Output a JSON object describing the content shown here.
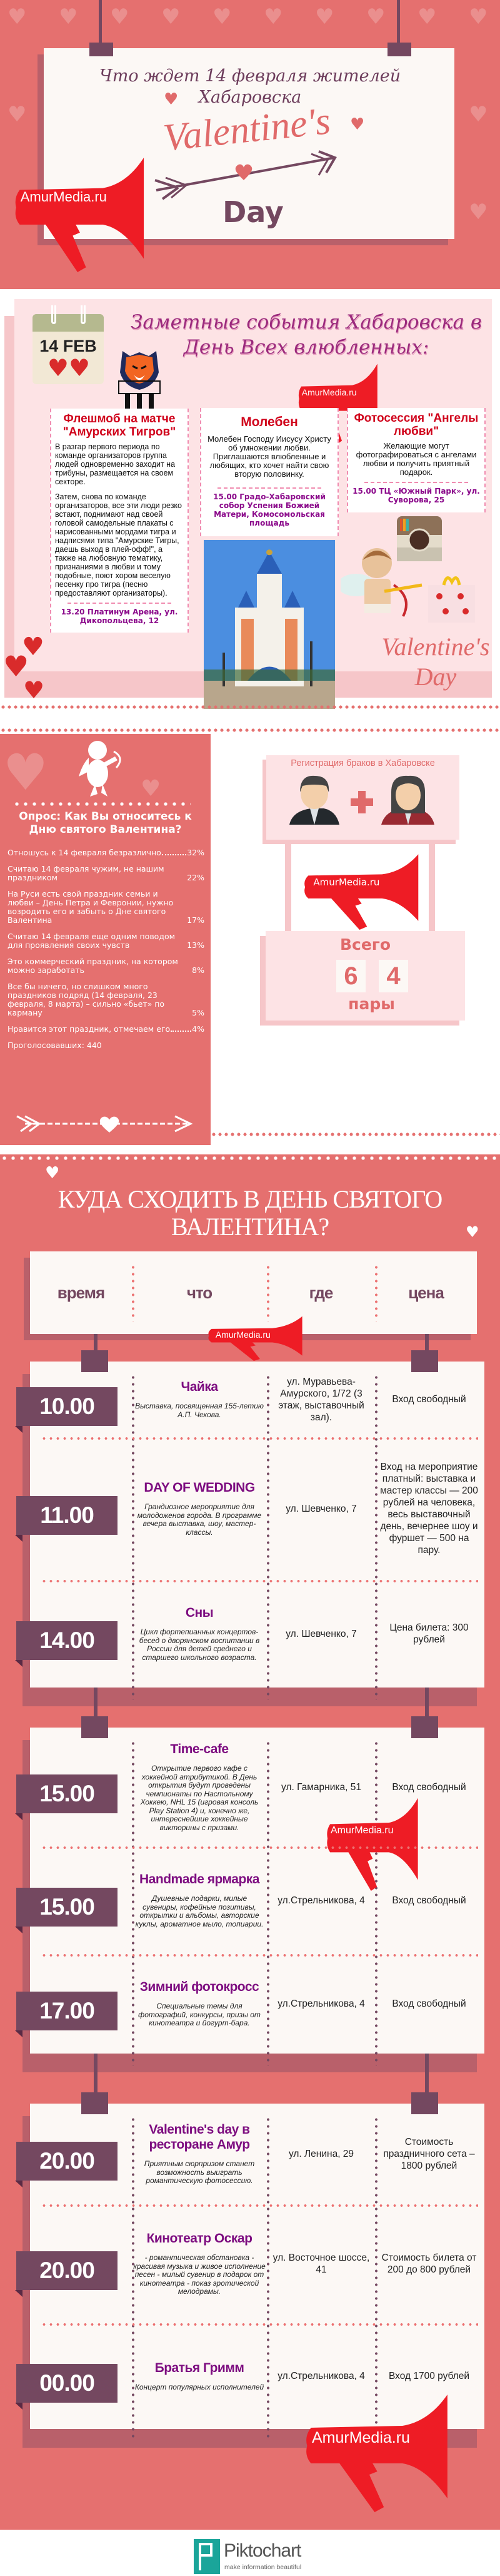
{
  "header": {
    "title_line1": "Что ждет 14 февраля жителей",
    "title_line2": "Хабаровска",
    "script": "Valentine's",
    "day": "Day",
    "brand": "AmurMedia.ru"
  },
  "events": {
    "calendar_date": "14 FEB",
    "title_line1": "Заметные события Хабаровска в",
    "title_line2": "День Всех влюбленных:",
    "cards": [
      {
        "title": "Флешмоб на матче \"Амурских Тигров\"",
        "body": [
          "В разгар первого периода по команде организаторов группа людей одновременно заходит на трибуны, размещается на своем секторе.",
          "Затем, снова по команде организаторов, все эти люди резко встают, поднимают над своей головой самодельные плакаты с нарисованными мордами тигра и надписями типа \"Амурские Тигры, даешь выход в плей-офф!\", а также на любовную тематику, признаниями в любви и тому подобные, поют хором веселую песенку про тигра (песню предоставляют организаторы)."
        ],
        "footer": "13.20 Платинум Арена, ул. Дикопольцева, 12"
      },
      {
        "title": "Молебен",
        "body": [
          "Молебен Господу Иисусу Христу об умножении любви. Приглашаются влюбленные и любящих, кто хочет найти свою вторую половинку."
        ],
        "footer": "15.00 Градо-Хабаровский собор Успения Божией Матери, Комосомольская площадь"
      },
      {
        "title": "Фотосессия \"Ангелы любви\"",
        "body": [
          "Желающие могут фотографироваться с ангелами любви и получить приятный подарок."
        ],
        "footer": "15.00 ТЦ «Южный Парк», ул. Суворова, 25"
      }
    ],
    "script_1": "Valentine's",
    "script_2": "Day"
  },
  "survey": {
    "question": "Опрос: Как Вы относитесь к Дню святого Валентина?",
    "items": [
      {
        "text": "Отношусь к 14 февраля безразлично",
        "percent": "32%"
      },
      {
        "text": "Считаю 14 февраля чужим, не нашим праздником",
        "percent": "22%"
      },
      {
        "text": "На Руси есть свой праздник семьи и любви – День Петра и Февронии, нужно возродить его и забыть о Дне святого Валентина",
        "percent": "17%"
      },
      {
        "text": "Считаю 14 февраля еще одним поводом для проявления своих чувств",
        "percent": "13%"
      },
      {
        "text": "Это коммерческий праздник, на котором можно заработать",
        "percent": "8%"
      },
      {
        "text": "Все бы ничего, но слишком много праздников подряд (14 февраля, 23 февраля, 8 марта) – сильно «бьет» по карману",
        "percent": "5%"
      },
      {
        "text": "Нравится этот праздник, отмечаем его",
        "percent": "4%"
      }
    ],
    "total": "Проголосовавших: 440"
  },
  "registration": {
    "title": "Регистрация браков в Хабаровске",
    "total_label": "Всего",
    "digits": [
      "6",
      "4"
    ],
    "unit": "пары"
  },
  "schedule": {
    "title_line1": "КУДА СХОДИТЬ В ДЕНЬ СВЯТОГО",
    "title_line2": "ВАЛЕНТИНА?",
    "headers": [
      "время",
      "что",
      "где",
      "цена"
    ],
    "boards": [
      [
        {
          "time": "10.00",
          "name": "Чайка",
          "desc": "Выставка, посвященная 155-летию А.П. Чехова.",
          "place": "ул. Муравьева-Амурского, 1/72 (3 этаж, выставочный зал).",
          "price": "Вход свободный"
        },
        {
          "time": "11.00",
          "name": "DAY OF WEDDING",
          "desc": "Грандиозное мероприятие для молодоженов города. В программе вечера выставка, шоу, мастер-классы.",
          "place": "ул. Шевченко, 7",
          "price": "Вход на мероприятие платный: выставка и мастер классы — 200 рублей на человека, весь выставочный день, вечернее шоу и фуршет — 500 на пару."
        },
        {
          "time": "14.00",
          "name": "Сны",
          "desc": "Цикл фортепианных концертов-бесед о дворянском воспитании в России для детей среднего и старшего школьного возраста.",
          "place": "ул. Шевченко, 7",
          "price": "Цена билета: 300 рублей"
        }
      ],
      [
        {
          "time": "15.00",
          "name": "Time-cafe",
          "desc": "Открытие первого кафе с хоккейной атрибутикой. В День открытия будут проведены чемпионаты по Настольному Хоккею, NHL 15 (игровая консоль Play Station 4) и, конечно же, интереснейшие хоккейные викторины с призами.",
          "place": "ул. Гамарника, 51",
          "price": "Вход свободный"
        },
        {
          "time": "15.00",
          "name": "Handmade ярмарка",
          "desc": "Душевные подарки, милые сувениры, кофейные позитивы, открытки и альбомы, авторские куклы, ароматное мыло, топиарии.",
          "place": "ул.Стрельникова, 4",
          "price": "Вход свободный"
        },
        {
          "time": "17.00",
          "name": "Зимний фотокросс",
          "desc": "Специальные темы для фотографий, конкурсы, призы от кинотеатра и йогурт-бара.",
          "place": "ул.Стрельникова, 4",
          "price": "Вход свободный"
        }
      ],
      [
        {
          "time": "20.00",
          "name": "Valentine's day в ресторане Амур",
          "desc": "Приятным сюрпризом станет возможность выиграть романтическую фотосессию.",
          "place": "ул. Ленина, 29",
          "price": "Стоимость праздничного сета – 1800 рублей"
        },
        {
          "time": "20.00",
          "name": "Кинотеатр Оскар",
          "desc": "- романтическая обстановка - красивая музыка и живое исполнение песен - милый сувенир в подарок от кинотеатра - показ эротической мелодрамы.",
          "place": "ул. Восточное шоссе, 41",
          "price": "Стоимость билета от 200 до 800 рублей"
        },
        {
          "time": "00.00",
          "name": "Братья Гримм",
          "desc": "Концерт популярных исполнителей",
          "place": "ул.Стрельникова, 4",
          "price": "Вход 1700 рублей"
        }
      ]
    ]
  },
  "footer": {
    "logo": "Piktochart",
    "tagline": "make information beautiful"
  },
  "colors": {
    "coral": "#e5706f",
    "plum": "#744860",
    "brand_red": "#ee1c25",
    "event_purple": "#7d0d80",
    "light_pink": "#fde3e5"
  }
}
